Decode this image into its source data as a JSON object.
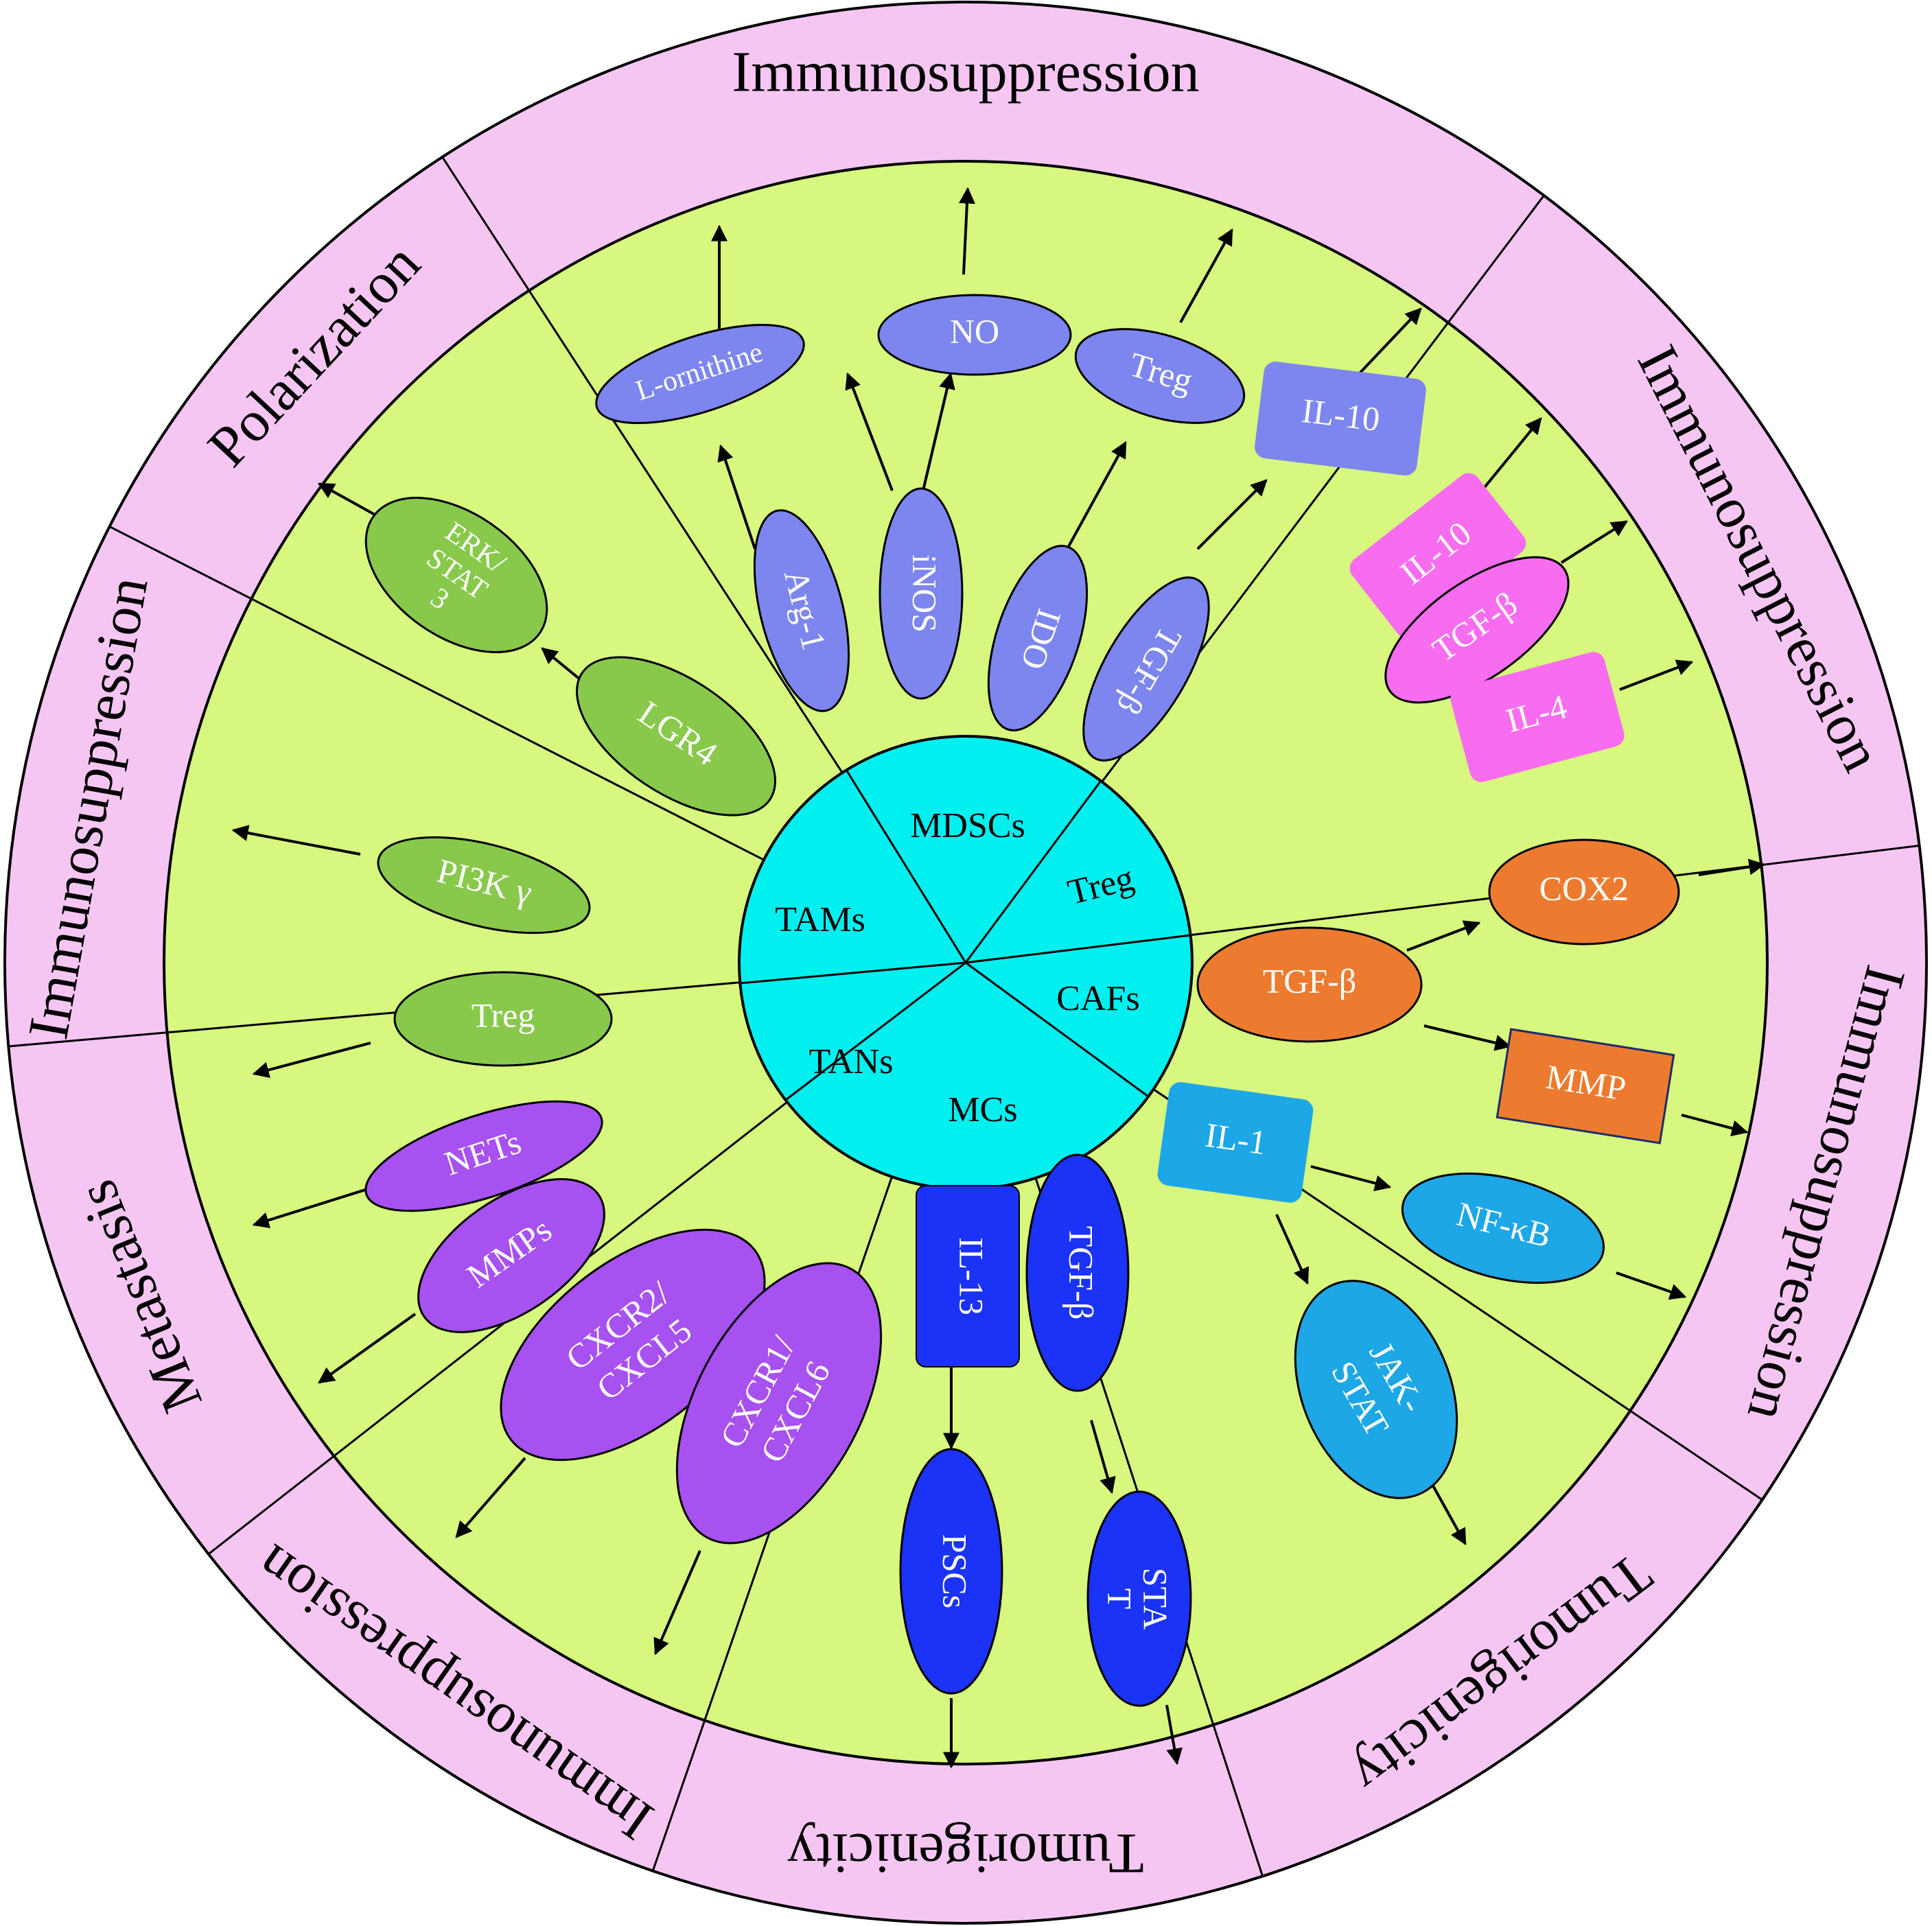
{
  "colors": {
    "ring": "#f6c6f3",
    "field": "#d7f77e",
    "hub": "#00f0f0",
    "line": "#000000",
    "mdsc": "#7c86ee",
    "treg_il": "#f86df0",
    "caf": "#ec7b30",
    "mc_il": "#1ea7e6",
    "mc": "#1a33f6",
    "tan": "#a751f0",
    "tam": "#88c94c"
  },
  "ring_labels": [
    {
      "text": "Immunosuppression",
      "angle": 0
    },
    {
      "text": "Immunosuppression",
      "angle": 63
    },
    {
      "text": "Immunosuppression",
      "angle": 105
    },
    {
      "text": "Tumorigenicity",
      "angle": 143
    },
    {
      "text": "Tumorigenicity",
      "angle": 180
    },
    {
      "text": "Immunosuppression",
      "angle": 215
    },
    {
      "text": "Metastasis",
      "angle": 248
    },
    {
      "text": "Immunosuppression",
      "angle": 280
    },
    {
      "text": "Polarization",
      "angle": 313
    }
  ],
  "center_labels": {
    "mdscs": "MDSCs",
    "treg": "Treg",
    "tams": "TAMs",
    "cafs": "CAFs",
    "tans": "TANs",
    "mcs": "MCs"
  },
  "nodes": {
    "arg1": "Arg-1",
    "inos": "iNOS",
    "ido": "IDO",
    "tgfb_mdsc": "TGF-β",
    "lornithine": "L-ornithine",
    "no": "NO",
    "treg_mdsc": "Treg",
    "il10_mdsc": "IL-10",
    "il10_treg": "IL-10",
    "tgfb_treg": "TGF-β",
    "il4": "IL-4",
    "tgfb_caf": "TGF-β",
    "cox2": "COX2",
    "mmp": "MMP",
    "il1": "IL-1",
    "nfkb": "NF-κB",
    "jakstat": [
      "JAK-",
      "STAT"
    ],
    "il13": "IL-13",
    "tgfb_mc": "TGF-β",
    "pscs": "PSCs",
    "stat_mc": [
      "STA",
      "T"
    ],
    "nets": "NETs",
    "mmps": "MMPs",
    "cxcr2": [
      "CXCR2/",
      "CXCL5"
    ],
    "cxcr1": [
      "CXCR1/",
      "CXCL6"
    ],
    "pi3k": "PI3K γ",
    "treg_tam": "Treg",
    "lgr4": "LGR4",
    "erk": [
      "ERK/",
      "STAT",
      "3"
    ]
  }
}
